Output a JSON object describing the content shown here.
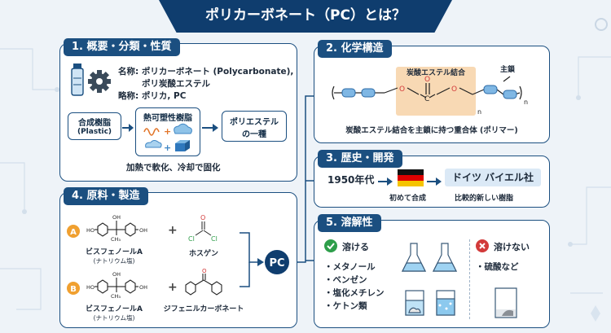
{
  "title": "ポリカーボネート（PC）とは？",
  "sections": {
    "overview": {
      "heading": "1. 概要・分類・性質",
      "name_line1": "名称: ポリカーボネート (Polycarbonate),",
      "name_line2": "ポリ炭酸エステル",
      "abbr_line": "略称: ポリカ, PC",
      "box_resin": "合成樹脂",
      "box_resin_sub": "(Plastic)",
      "box_thermo": "熱可塑性樹脂",
      "box_polyester_1": "ポリエステル",
      "box_polyester_2": "の一種",
      "caption": "加熱で軟化、冷却で固化"
    },
    "structure": {
      "heading": "2. 化学構造",
      "bond_label": "炭酸エステル結合",
      "main_chain_label": "主鎖",
      "o_symbol": "O",
      "c_symbol": "C",
      "n_symbol": "n",
      "caption": "炭酸エステル結合を主鎖に持つ重合体 (ポリマー)"
    },
    "history": {
      "heading": "3. 歴史・開発",
      "year": "1950年代",
      "year_caption": "初めて合成",
      "company": "ドイツ バイエル社",
      "company_caption": "比較的新しい樹脂"
    },
    "materials": {
      "heading": "4. 原料・製造",
      "route_a_badge": "A",
      "route_b_badge": "B",
      "bisphenol_label": "ビスフェノールA",
      "bisphenol_sub": "(ナトリウム塩)",
      "phosgene_label": "ホスゲン",
      "diphenyl_label": "ジフェニルカーボネート",
      "product": "PC",
      "plus": "+",
      "oh": "OH",
      "ch3": "CH₃",
      "ho": "HO",
      "cl": "Cl"
    },
    "solubility": {
      "heading": "5. 溶解性",
      "soluble_heading": "溶ける",
      "soluble_items": [
        "メタノール",
        "ベンゼン",
        "塩化メチレン",
        "ケトン類"
      ],
      "insoluble_heading": "溶けない",
      "insoluble_items": [
        "硫酸など"
      ],
      "bullet": "・"
    }
  },
  "colors": {
    "navy": "#0f3d6e",
    "panel_border": "#1b4f80",
    "bond_highlight": "#f8d9b4",
    "route_badge": "#f0a030",
    "check_green": "#2e9e4a",
    "cross_red": "#d23a3a"
  }
}
